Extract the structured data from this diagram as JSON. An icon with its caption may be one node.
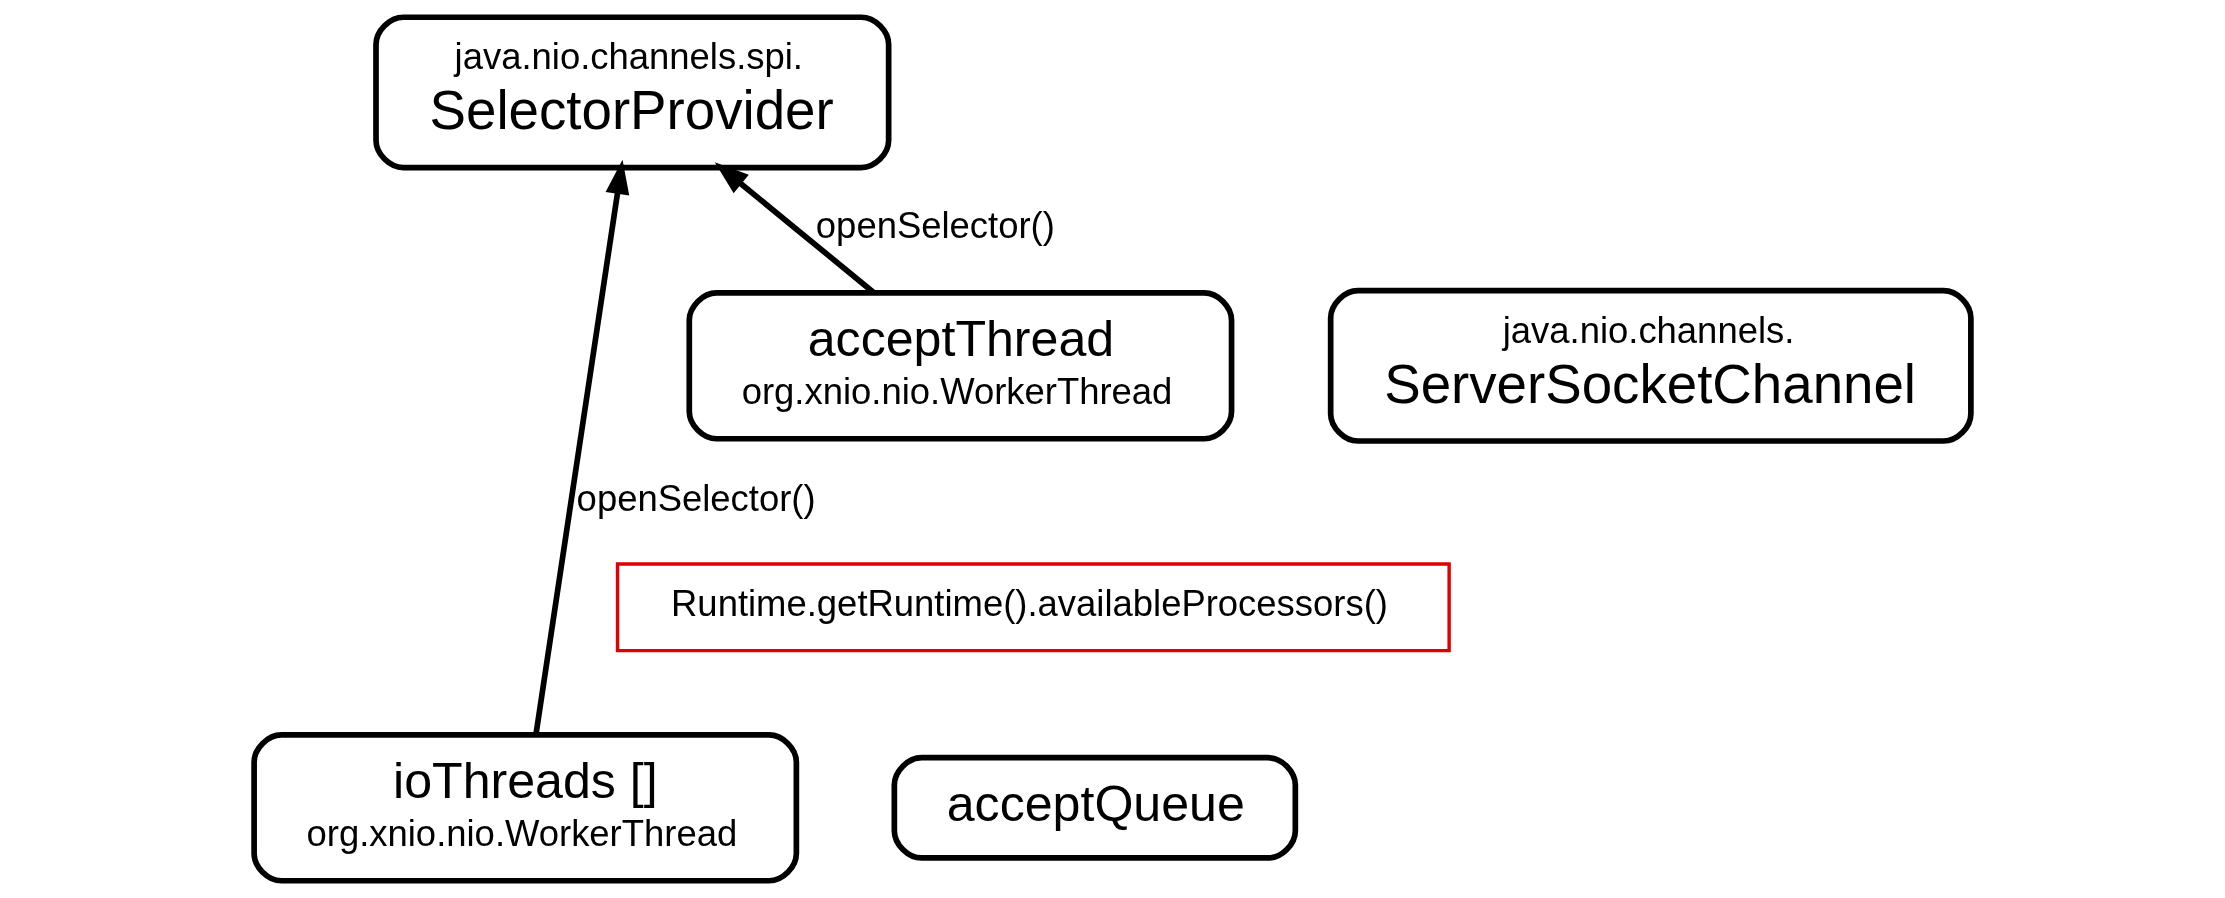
{
  "diagram": {
    "nodes": [
      {
        "text": [
          "java.nio.channels.spi.",
          "SelectorProvider"
        ]
      },
      {
        "text": [
          "acceptThread",
          "org.xnio.nio.WorkerThread"
        ]
      },
      {
        "text": [
          "java.nio.channels.",
          "ServerSocketChannel"
        ]
      },
      {
        "text": [
          "Runtime.getRuntime().availableProcessors()"
        ]
      },
      {
        "text": [
          "ioThreads []",
          "org.xnio.nio.WorkerThread"
        ]
      },
      {
        "text": [
          "acceptQueue"
        ]
      }
    ],
    "edges": [
      {
        "from": 1,
        "to": 0,
        "arrow": "to",
        "label": "openSelector()"
      },
      {
        "from": 4,
        "to": 0,
        "arrow": "to",
        "label": "openSelector()"
      }
    ]
  }
}
